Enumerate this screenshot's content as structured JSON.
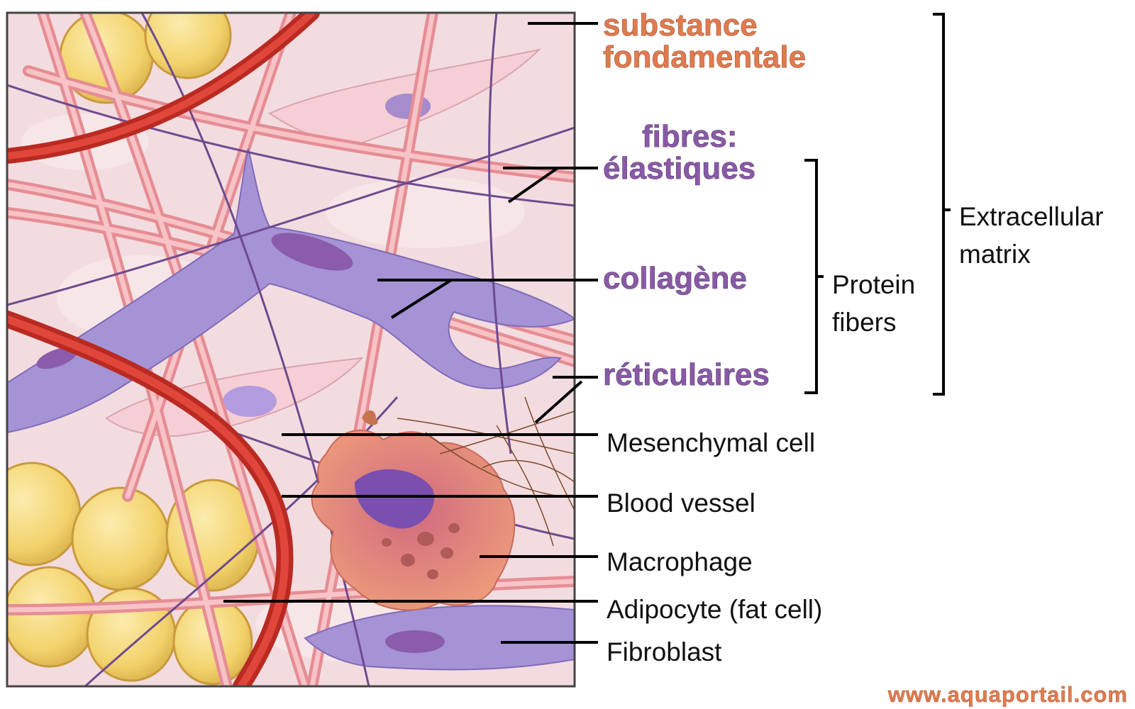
{
  "labels": {
    "substance_line1": "substance",
    "substance_line2": "fondamentale",
    "fibres_heading": "fibres:",
    "elastiques": "élastiques",
    "collagene": "collagène",
    "reticulaires": "réticulaires",
    "mesenchymal_cell": "Mesenchymal cell",
    "blood_vessel": "Blood vessel",
    "macrophage": "Macrophage",
    "adipocyte": "Adipocyte (fat cell)",
    "fibroblast": "Fibroblast",
    "protein_line1": "Protein",
    "protein_line2": "fibers",
    "ecm_line1": "Extracellular",
    "ecm_line2": "matrix"
  },
  "watermark": "www.aquaportail.com",
  "colors": {
    "ground_substance": "#f3d9dc",
    "collagen_fiber": "#ef9b9f",
    "blood_vessel": "#d9362b",
    "fibroblast": "#a593d6",
    "nucleus": "#8b5cab",
    "adipocyte": "#f2d26b",
    "macrophage": "#e58a76",
    "label_purple": "#8a5aa6",
    "label_orange": "#e07b4f"
  }
}
